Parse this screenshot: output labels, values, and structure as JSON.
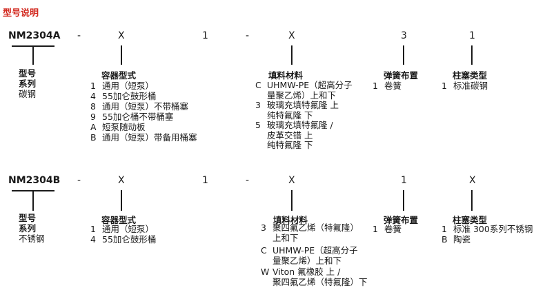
{
  "title": "型号说明",
  "block_a": {
    "model": "NM2304A",
    "fields": [
      "-",
      "X",
      "1",
      "-",
      "X",
      "3",
      "1"
    ],
    "type_header": [
      "型号",
      "系列"
    ],
    "type_value": "碳钢",
    "container": {
      "header": "容器型式",
      "items": [
        {
          "code": "1",
          "text": "通用（短泵）"
        },
        {
          "code": "4",
          "text": "55加仑鼓形桶"
        },
        {
          "code": "8",
          "text": "通用（短泵）不带桶塞"
        },
        {
          "code": "9",
          "text": "55加仑桶不带桶塞"
        },
        {
          "code": "A",
          "text": "短泵随动板"
        },
        {
          "code": "B",
          "text": "通用（短泵）带备用桶塞"
        }
      ]
    },
    "packing": {
      "header": "填料材料",
      "items": [
        {
          "code": "C",
          "lines": [
            "UHMW-PE（超高分子",
            "量聚乙烯）上和下"
          ]
        },
        {
          "code": "3",
          "lines": [
            "玻璃充填特氟隆 上",
            "纯特氟隆 下"
          ]
        },
        {
          "code": "5",
          "lines": [
            "玻璃充填特氟隆 /",
            "皮革交错 上",
            "纯特氟隆 下"
          ]
        }
      ]
    },
    "spring": {
      "header": "弹簧布置",
      "items": [
        {
          "code": "1",
          "text": "卷簧"
        }
      ]
    },
    "plunger": {
      "header": "柱塞类型",
      "items": [
        {
          "code": "1",
          "text": "标准碳钢"
        }
      ]
    }
  },
  "block_b": {
    "model": "NM2304B",
    "fields": [
      "-",
      "X",
      "1",
      "-",
      "X",
      "1",
      "X"
    ],
    "type_header": [
      "型号",
      "系列"
    ],
    "type_value": "不锈钢",
    "container": {
      "header": "容器型式",
      "items": [
        {
          "code": "1",
          "text": "通用（短泵）"
        },
        {
          "code": "4",
          "text": "55加仑鼓形桶"
        }
      ]
    },
    "packing": {
      "header": "填料材料",
      "items": [
        {
          "code": "3",
          "lines": [
            "聚四氟乙烯（特氟隆）",
            "上和下"
          ]
        },
        {
          "code": "C",
          "lines": [
            "UHMW-PE（超高分子",
            "量聚乙烯）上和下"
          ]
        },
        {
          "code": "W",
          "lines": [
            "Viton 氟橡胶 上 /",
            "聚四氟乙烯（特氟隆）下"
          ]
        }
      ]
    },
    "spring": {
      "header": "弹簧布置",
      "items": [
        {
          "code": "1",
          "text": "卷簧"
        }
      ]
    },
    "plunger": {
      "header": "柱塞类型",
      "items": [
        {
          "code": "1",
          "text": "标准 300系列不锈钢"
        },
        {
          "code": "B",
          "text": "陶瓷"
        }
      ]
    }
  }
}
